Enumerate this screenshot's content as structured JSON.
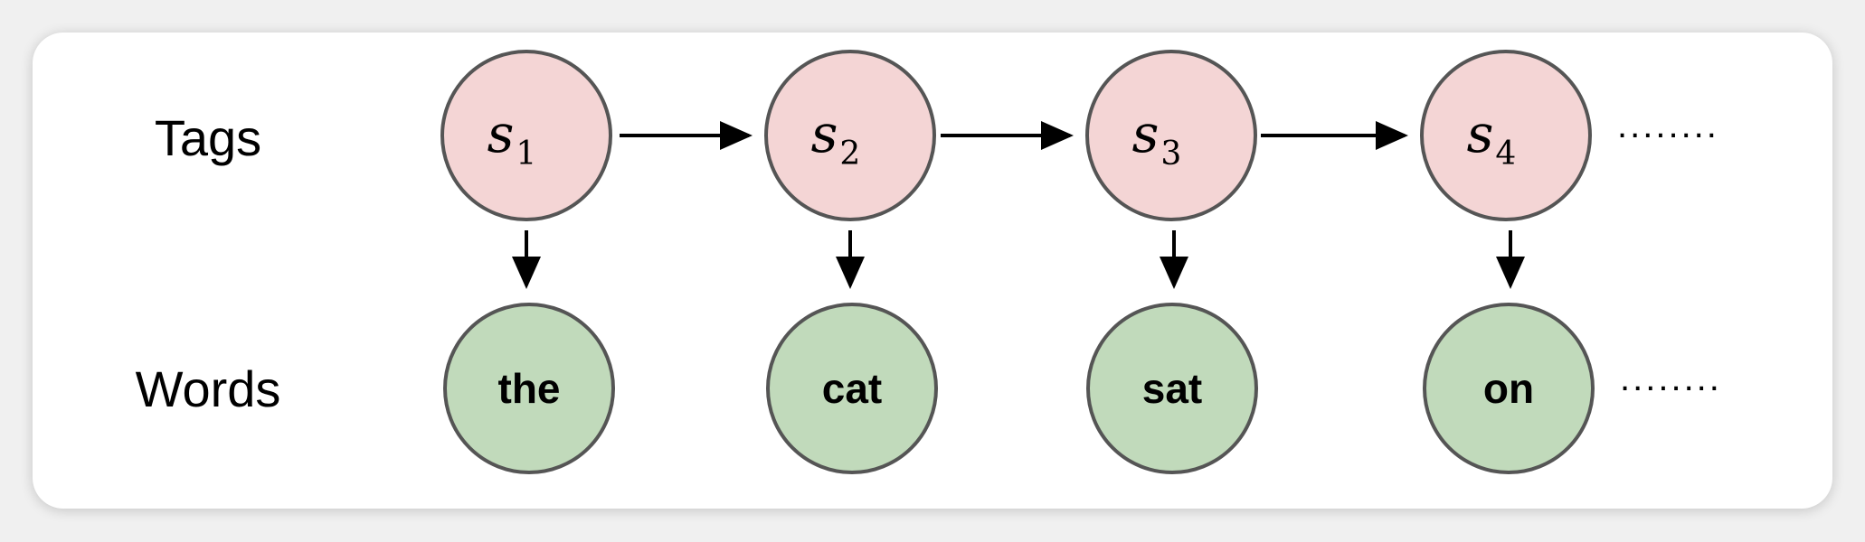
{
  "rows": {
    "tags_label": "Tags",
    "words_label": "Words"
  },
  "tags": [
    {
      "base": "s",
      "sub": "1"
    },
    {
      "base": "s",
      "sub": "2"
    },
    {
      "base": "s",
      "sub": "3"
    },
    {
      "base": "s",
      "sub": "4"
    }
  ],
  "words": [
    "the",
    "cat",
    "sat",
    "on"
  ],
  "continuation": "........",
  "colors": {
    "tag_fill": "#f4d5d5",
    "word_fill": "#c1dabb",
    "node_stroke": "#555555",
    "arrow": "#000000"
  }
}
